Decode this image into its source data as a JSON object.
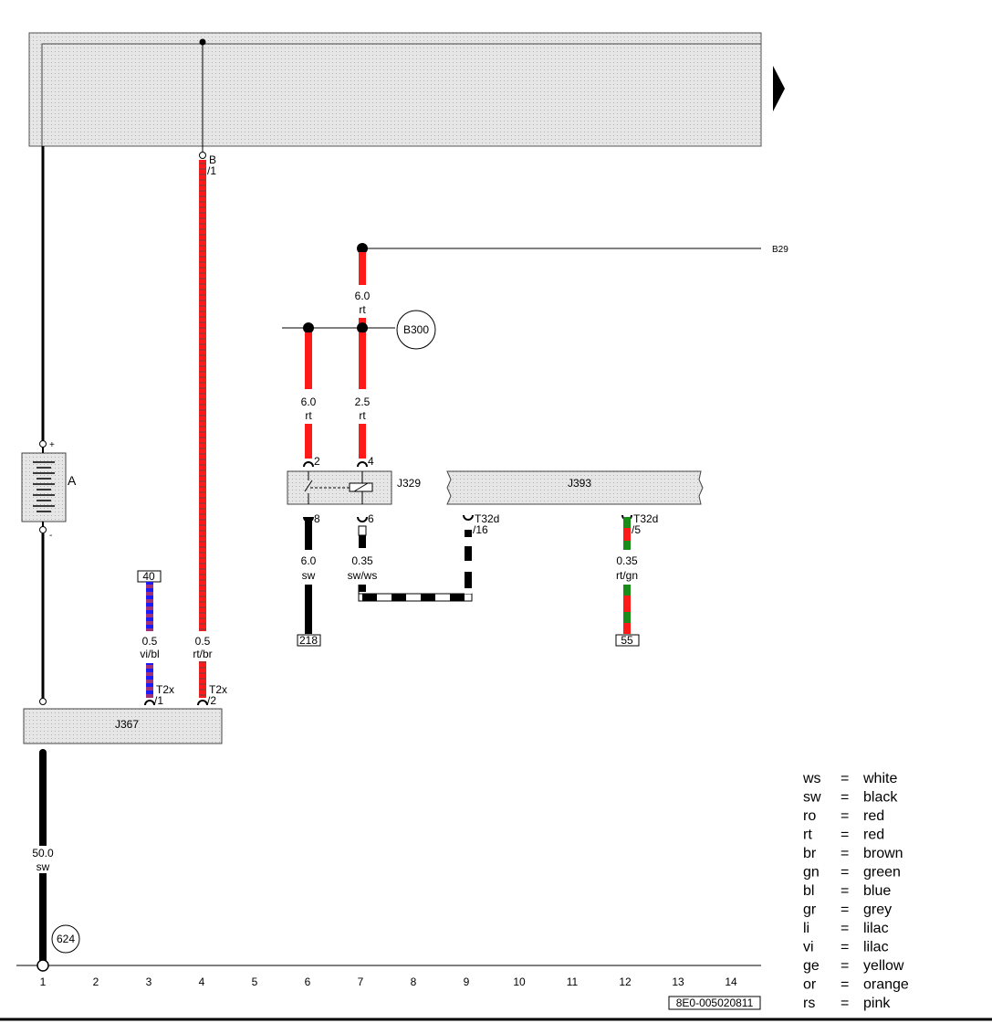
{
  "components": {
    "battery": "A",
    "j367": "J367",
    "j329": "J329",
    "j393": "J393",
    "b300": "B300",
    "e624": "624"
  },
  "connectors": {
    "b_top": "B",
    "b_pin": "/1",
    "b29": "B29",
    "j329_pin2": "2",
    "j329_pin4": "4",
    "j329_pin8": "8",
    "j329_pin6": "6",
    "t32d_a": "T32d",
    "t32d_a_pin": "/16",
    "t32d_b": "T32d",
    "t32d_b_pin": "/5",
    "t2x_a": "T2x",
    "t2x_a_pin": "/1",
    "t2x_b": "T2x",
    "t2x_b_pin": "/2",
    "plus": "+",
    "minus": "-"
  },
  "wires": {
    "w_b300_top": {
      "size": "6.0",
      "color": "rt"
    },
    "w_j329_2": {
      "size": "6.0",
      "color": "rt"
    },
    "w_j329_4": {
      "size": "2.5",
      "color": "rt"
    },
    "w_j329_8": {
      "size": "6.0",
      "color": "sw"
    },
    "w_j329_6": {
      "size": "0.35",
      "color": "sw/ws"
    },
    "w_t32d_5": {
      "size": "0.35",
      "color": "rt/gn"
    },
    "w_t2x_1": {
      "size": "0.5",
      "color": "vi/bl"
    },
    "w_t2x_2": {
      "size": "0.5",
      "color": "rt/br"
    },
    "w_ground": {
      "size": "50.0",
      "color": "sw"
    }
  },
  "references": {
    "ref_40": "40",
    "ref_218": "218",
    "ref_55": "55"
  },
  "grid": [
    "1",
    "2",
    "3",
    "4",
    "5",
    "6",
    "7",
    "8",
    "9",
    "10",
    "11",
    "12",
    "13",
    "14"
  ],
  "document_id": "8E0-005020811",
  "legend": [
    {
      "code": "ws",
      "eq": "=",
      "name": "white"
    },
    {
      "code": "sw",
      "eq": "=",
      "name": "black"
    },
    {
      "code": "ro",
      "eq": "=",
      "name": "red"
    },
    {
      "code": "rt",
      "eq": "=",
      "name": "red"
    },
    {
      "code": "br",
      "eq": "=",
      "name": "brown"
    },
    {
      "code": "gn",
      "eq": "=",
      "name": "green"
    },
    {
      "code": "bl",
      "eq": "=",
      "name": "blue"
    },
    {
      "code": "gr",
      "eq": "=",
      "name": "grey"
    },
    {
      "code": "li",
      "eq": "=",
      "name": "lilac"
    },
    {
      "code": "vi",
      "eq": "=",
      "name": "lilac"
    },
    {
      "code": "ge",
      "eq": "=",
      "name": "yellow"
    },
    {
      "code": "or",
      "eq": "=",
      "name": "orange"
    },
    {
      "code": "rs",
      "eq": "=",
      "name": "pink"
    }
  ],
  "colors": {
    "red": "#ff1a1a",
    "black": "#000000",
    "green": "#1a8c1a",
    "blue": "#1a1aff",
    "purple": "#a0307a",
    "panel": "#e4e4e4"
  }
}
